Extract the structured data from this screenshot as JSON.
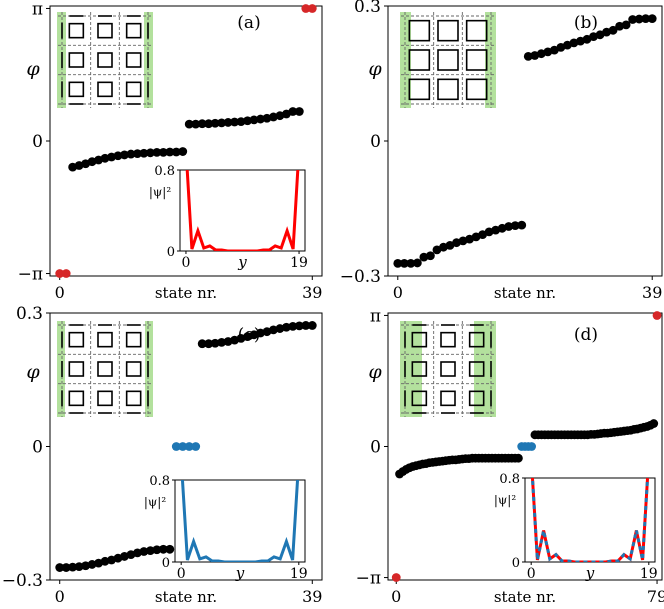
{
  "figure": {
    "xlabel": "state nr.",
    "ylabel": "φ"
  },
  "chart_data": [
    {
      "type": "scatter",
      "panel_label": "(a)",
      "xlabel": "state nr.",
      "ylabel": "φ",
      "xlim": [
        -1.5,
        40.5
      ],
      "ylim": [
        -3.2,
        3.2
      ],
      "yticks": [
        {
          "value": 3.14159,
          "label": "π"
        },
        {
          "value": 0,
          "label": "0"
        },
        {
          "value": -3.14159,
          "label": "−π"
        }
      ],
      "xticks": [
        {
          "value": 0,
          "label": "0"
        },
        {
          "value": 39,
          "label": "39"
        }
      ],
      "series": [
        {
          "color": "#d62728",
          "x": [
            0,
            1,
            38,
            39
          ],
          "y": [
            -3.14,
            -3.14,
            3.14,
            3.14
          ]
        },
        {
          "color": "#000000",
          "x": [
            2,
            3,
            4,
            5,
            6,
            7,
            8,
            9,
            10,
            11,
            12,
            13,
            14,
            15,
            16,
            17,
            18,
            19,
            20,
            21,
            22,
            23,
            24,
            25,
            26,
            27,
            28,
            29,
            30,
            31,
            32,
            33,
            34,
            35,
            36,
            37
          ],
          "y": [
            -0.62,
            -0.58,
            -0.54,
            -0.49,
            -0.45,
            -0.41,
            -0.38,
            -0.35,
            -0.33,
            -0.31,
            -0.3,
            -0.29,
            -0.28,
            -0.27,
            -0.27,
            -0.26,
            -0.26,
            -0.25,
            0.4,
            0.4,
            0.41,
            0.41,
            0.42,
            0.43,
            0.44,
            0.45,
            0.46,
            0.48,
            0.5,
            0.52,
            0.54,
            0.57,
            0.6,
            0.64,
            0.7,
            0.7
          ]
        }
      ],
      "inset": {
        "ylabel": "|ψ|²",
        "xlabel": "y",
        "xticks": [
          "0",
          "19"
        ],
        "yticks": [
          "0.8",
          "0"
        ],
        "xlim": [
          -1,
          20
        ],
        "ylim": [
          0,
          0.8
        ],
        "series": [
          {
            "color": "#ff0000",
            "dashed": false,
            "x": [
              0,
              1,
              2,
              3,
              4,
              5,
              6,
              7,
              8,
              9,
              10,
              11,
              12,
              13,
              14,
              15,
              16,
              17,
              18,
              19
            ],
            "y": [
              1.0,
              0.02,
              0.2,
              0.03,
              0.05,
              0.01,
              0.01,
              0.0,
              0.0,
              0.0,
              0.0,
              0.0,
              0.0,
              0.01,
              0.01,
              0.05,
              0.03,
              0.2,
              0.02,
              1.0
            ]
          }
        ]
      }
    },
    {
      "type": "scatter",
      "panel_label": "(b)",
      "xlabel": "state nr.",
      "ylabel": "φ",
      "xlim": [
        -1.5,
        40.5
      ],
      "ylim": [
        -0.3,
        0.3
      ],
      "yticks": [
        {
          "value": 0.3,
          "label": "0.3"
        },
        {
          "value": 0,
          "label": "0"
        },
        {
          "value": -0.3,
          "label": "−0.3"
        }
      ],
      "xticks": [
        {
          "value": 0,
          "label": "0"
        },
        {
          "value": 39,
          "label": "39"
        }
      ],
      "series": [
        {
          "color": "#000000",
          "x": [
            0,
            1,
            2,
            3,
            4,
            5,
            6,
            7,
            8,
            9,
            10,
            11,
            12,
            13,
            14,
            15,
            16,
            17,
            18,
            19,
            20,
            21,
            22,
            23,
            24,
            25,
            26,
            27,
            28,
            29,
            30,
            31,
            32,
            33,
            34,
            35,
            36,
            37,
            38,
            39
          ],
          "y": [
            -0.272,
            -0.272,
            -0.272,
            -0.271,
            -0.258,
            -0.255,
            -0.242,
            -0.236,
            -0.232,
            -0.226,
            -0.222,
            -0.218,
            -0.213,
            -0.208,
            -0.202,
            -0.198,
            -0.194,
            -0.19,
            -0.188,
            -0.187,
            0.188,
            0.19,
            0.194,
            0.198,
            0.202,
            0.208,
            0.213,
            0.218,
            0.222,
            0.226,
            0.232,
            0.236,
            0.242,
            0.246,
            0.255,
            0.258,
            0.27,
            0.271,
            0.272,
            0.272
          ]
        }
      ]
    },
    {
      "type": "scatter",
      "panel_label": "(c)",
      "xlabel": "state nr.",
      "ylabel": "φ",
      "xlim": [
        -1.5,
        40.5
      ],
      "ylim": [
        -0.3,
        0.3
      ],
      "yticks": [
        {
          "value": 0.3,
          "label": "0.3"
        },
        {
          "value": 0,
          "label": "0"
        },
        {
          "value": -0.3,
          "label": "−0.3"
        }
      ],
      "xticks": [
        {
          "value": 0,
          "label": "0"
        },
        {
          "value": 39,
          "label": "39"
        }
      ],
      "series": [
        {
          "color": "#000000",
          "x": [
            0,
            1,
            2,
            3,
            4,
            5,
            6,
            7,
            8,
            9,
            10,
            11,
            12,
            13,
            14,
            15,
            16,
            17
          ],
          "y": [
            -0.272,
            -0.272,
            -0.271,
            -0.27,
            -0.268,
            -0.265,
            -0.262,
            -0.258,
            -0.255,
            -0.251,
            -0.247,
            -0.243,
            -0.239,
            -0.236,
            -0.234,
            -0.232,
            -0.231,
            -0.231
          ]
        },
        {
          "color": "#1f77b4",
          "x": [
            18,
            19,
            20,
            21
          ],
          "y": [
            0.0,
            0.0,
            0.0,
            0.0
          ]
        },
        {
          "color": "#000000",
          "x": [
            22,
            23,
            24,
            25,
            26,
            27,
            28,
            29,
            30,
            31,
            32,
            33,
            34,
            35,
            36,
            37,
            38,
            39
          ],
          "y": [
            0.231,
            0.231,
            0.232,
            0.234,
            0.236,
            0.239,
            0.243,
            0.247,
            0.251,
            0.255,
            0.258,
            0.262,
            0.265,
            0.268,
            0.27,
            0.271,
            0.272,
            0.272
          ]
        }
      ],
      "inset": {
        "ylabel": "|ψ|²",
        "xlabel": "y",
        "xticks": [
          "0",
          "19"
        ],
        "yticks": [
          "0.8",
          "0"
        ],
        "xlim": [
          -1,
          20
        ],
        "ylim": [
          0,
          0.8
        ],
        "series": [
          {
            "color": "#1f77b4",
            "dashed": false,
            "x": [
              0,
              1,
              2,
              3,
              4,
              5,
              6,
              7,
              8,
              9,
              10,
              11,
              12,
              13,
              14,
              15,
              16,
              17,
              18,
              19
            ],
            "y": [
              1.0,
              0.02,
              0.2,
              0.03,
              0.05,
              0.01,
              0.01,
              0.0,
              0.0,
              0.0,
              0.0,
              0.0,
              0.0,
              0.01,
              0.01,
              0.05,
              0.03,
              0.2,
              0.02,
              1.0
            ]
          }
        ]
      }
    },
    {
      "type": "scatter",
      "panel_label": "(d)",
      "xlabel": "state nr.",
      "ylabel": "φ",
      "xlim": [
        -2.5,
        80.5
      ],
      "ylim": [
        -3.2,
        3.2
      ],
      "yticks": [
        {
          "value": 3.14159,
          "label": "π"
        },
        {
          "value": 0,
          "label": "0"
        },
        {
          "value": -3.14159,
          "label": "−π"
        }
      ],
      "xticks": [
        {
          "value": 0,
          "label": "0"
        },
        {
          "value": 79,
          "label": "79"
        }
      ],
      "series": [
        {
          "color": "#d62728",
          "x": [
            0,
            79
          ],
          "y": [
            -3.14,
            3.14
          ]
        },
        {
          "color": "#000000",
          "x": [
            1,
            2,
            3,
            4,
            5,
            6,
            7,
            8,
            9,
            10,
            11,
            12,
            13,
            14,
            15,
            16,
            17,
            18,
            19,
            20,
            21,
            22,
            23,
            24,
            25,
            26,
            27,
            28,
            29,
            30,
            31,
            32,
            33,
            34,
            35,
            36,
            37
          ],
          "y": [
            -0.66,
            -0.6,
            -0.55,
            -0.51,
            -0.48,
            -0.46,
            -0.44,
            -0.42,
            -0.41,
            -0.39,
            -0.38,
            -0.37,
            -0.36,
            -0.35,
            -0.34,
            -0.33,
            -0.32,
            -0.32,
            -0.31,
            -0.3,
            -0.29,
            -0.29,
            -0.28,
            -0.28,
            -0.28,
            -0.28,
            -0.28,
            -0.28,
            -0.28,
            -0.28,
            -0.28,
            -0.28,
            -0.28,
            -0.28,
            -0.28,
            -0.28,
            -0.28
          ]
        },
        {
          "color": "#1f77b4",
          "x": [
            38,
            39,
            40,
            41
          ],
          "y": [
            0.0,
            0.0,
            0.0,
            0.0
          ]
        },
        {
          "color": "#000000",
          "x": [
            42,
            43,
            44,
            45,
            46,
            47,
            48,
            49,
            50,
            51,
            52,
            53,
            54,
            55,
            56,
            57,
            58,
            59,
            60,
            61,
            62,
            63,
            64,
            65,
            66,
            67,
            68,
            69,
            70,
            71,
            72,
            73,
            74,
            75,
            76,
            77,
            78
          ],
          "y": [
            0.28,
            0.28,
            0.28,
            0.28,
            0.28,
            0.28,
            0.28,
            0.28,
            0.28,
            0.28,
            0.28,
            0.28,
            0.28,
            0.28,
            0.28,
            0.28,
            0.28,
            0.29,
            0.29,
            0.3,
            0.31,
            0.32,
            0.32,
            0.33,
            0.34,
            0.35,
            0.36,
            0.37,
            0.38,
            0.39,
            0.41,
            0.42,
            0.44,
            0.46,
            0.48,
            0.51,
            0.55
          ]
        }
      ],
      "inset": {
        "ylabel": "|ψ|²",
        "xlabel": "y",
        "xticks": [
          "0",
          "19"
        ],
        "yticks": [
          "0.8",
          "0"
        ],
        "xlim": [
          -1,
          20
        ],
        "ylim": [
          0,
          0.8
        ],
        "series": [
          {
            "color": "#ff0000",
            "dashed": false,
            "x": [
              0,
              1,
              2,
              3,
              4,
              5,
              6,
              7,
              8,
              9,
              10,
              11,
              12,
              13,
              14,
              15,
              16,
              17,
              18,
              19
            ],
            "y": [
              1.0,
              0.02,
              0.3,
              0.03,
              0.07,
              0.01,
              0.01,
              0.0,
              0.0,
              0.0,
              0.0,
              0.0,
              0.0,
              0.01,
              0.01,
              0.07,
              0.03,
              0.3,
              0.02,
              1.0
            ]
          },
          {
            "color": "#1f77b4",
            "dashed": true,
            "x": [
              0,
              1,
              2,
              3,
              4,
              5,
              6,
              7,
              8,
              9,
              10,
              11,
              12,
              13,
              14,
              15,
              16,
              17,
              18,
              19
            ],
            "y": [
              1.0,
              0.02,
              0.3,
              0.03,
              0.07,
              0.01,
              0.01,
              0.0,
              0.0,
              0.0,
              0.0,
              0.0,
              0.0,
              0.01,
              0.01,
              0.07,
              0.03,
              0.3,
              0.02,
              1.0
            ]
          }
        ]
      }
    }
  ]
}
